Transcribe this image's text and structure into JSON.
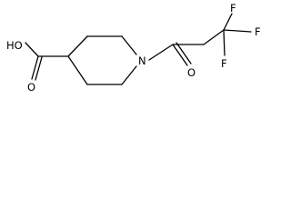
{
  "molecule": {
    "atoms": {
      "hydroxyl": "HO",
      "carboxyl_oxygen": "O",
      "ring_nitrogen": "N",
      "amide_oxygen": "O",
      "fluorine_1": "F",
      "fluorine_2": "F",
      "fluorine_3": "F"
    },
    "colors": {
      "bond": "#000000",
      "label": "#000000",
      "background": "#ffffff"
    }
  }
}
